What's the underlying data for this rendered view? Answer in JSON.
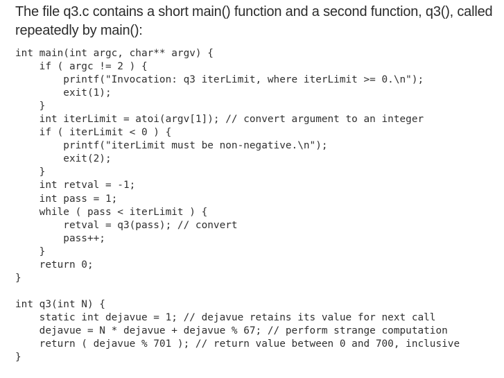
{
  "intro": {
    "line1": "The file q3.c contains a short main() function and a second function, q3(), called",
    "line2": "repeatedly by main():"
  },
  "code_lines": [
    "int main(int argc, char** argv) {",
    "    if ( argc != 2 ) {",
    "        printf(\"Invocation: q3 iterLimit, where iterLimit >= 0.\\n\");",
    "        exit(1);",
    "    }",
    "    int iterLimit = atoi(argv[1]); // convert argument to an integer",
    "    if ( iterLimit < 0 ) {",
    "        printf(\"iterLimit must be non-negative.\\n\");",
    "        exit(2);",
    "    }",
    "    int retval = -1;",
    "    int pass = 1;",
    "    while ( pass < iterLimit ) {",
    "        retval = q3(pass); // convert",
    "        pass++;",
    "    }",
    "    return 0;",
    "}",
    "",
    "int q3(int N) {",
    "    static int dejavue = 1; // dejavue retains its value for next call",
    "    dejavue = N * dejavue + dejavue % 67; // perform strange computation",
    "    return ( dejavue % 701 ); // return value between 0 and 700, inclusive",
    "}"
  ]
}
